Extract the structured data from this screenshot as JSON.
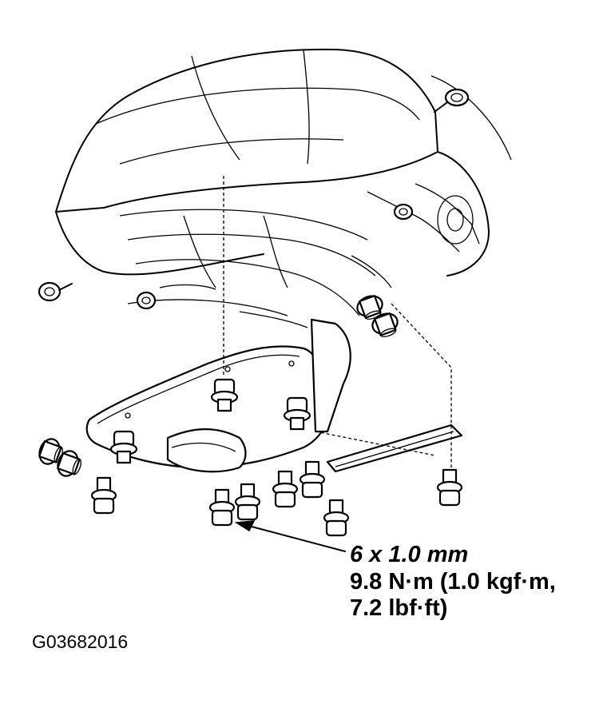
{
  "callout": {
    "size": "6 x 1.0 mm",
    "torque_line1": "9.8 N·m (1.0 kgf·m,",
    "torque_line2": "7.2 lbf·ft)"
  },
  "figure_id": "G03682016"
}
